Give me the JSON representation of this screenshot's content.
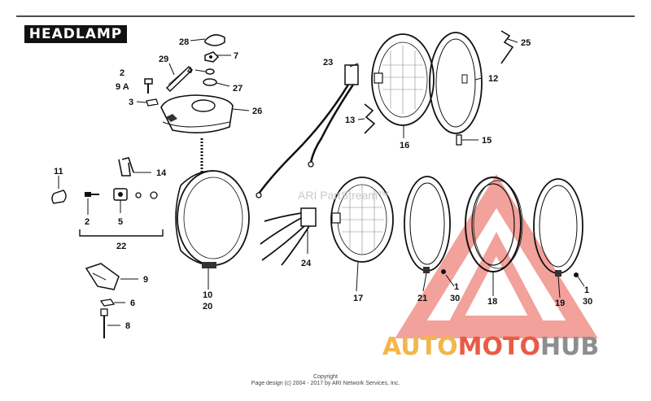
{
  "title": "HEADLAMP",
  "watermark": "ARI PartStream™",
  "footer": {
    "line1": "Copyright",
    "line2": "Page design (c) 2004 - 2017 by ARI Network Services, Inc."
  },
  "logo": {
    "part1": "AUTO",
    "part2": "MOTO",
    "part3": "HUB"
  },
  "colors": {
    "logo_yellow": "#f2b64a",
    "logo_red": "#e85c45",
    "logo_gray": "#8e8e8e",
    "triangle": "#e8554a",
    "ink": "#111111"
  },
  "callouts": {
    "c28": "28",
    "c29": "29",
    "c7": "7",
    "c4": "4",
    "c27": "27",
    "c2a": "2",
    "c9a": "9 A",
    "c3": "3",
    "c26": "26",
    "c23": "23",
    "c25": "25",
    "c12": "12",
    "c13": "13",
    "c16": "16",
    "c15": "15",
    "c11": "11",
    "c14": "14",
    "c2b": "2",
    "c5": "5",
    "c22": "22",
    "c24": "24",
    "c17": "17",
    "c21": "21",
    "c30a": "30",
    "c1a": "1",
    "c18": "18",
    "c19": "19",
    "c1b": "1",
    "c30b": "30",
    "c9b": "9",
    "c6": "6",
    "c8": "8",
    "c10": "10",
    "c20": "20"
  }
}
